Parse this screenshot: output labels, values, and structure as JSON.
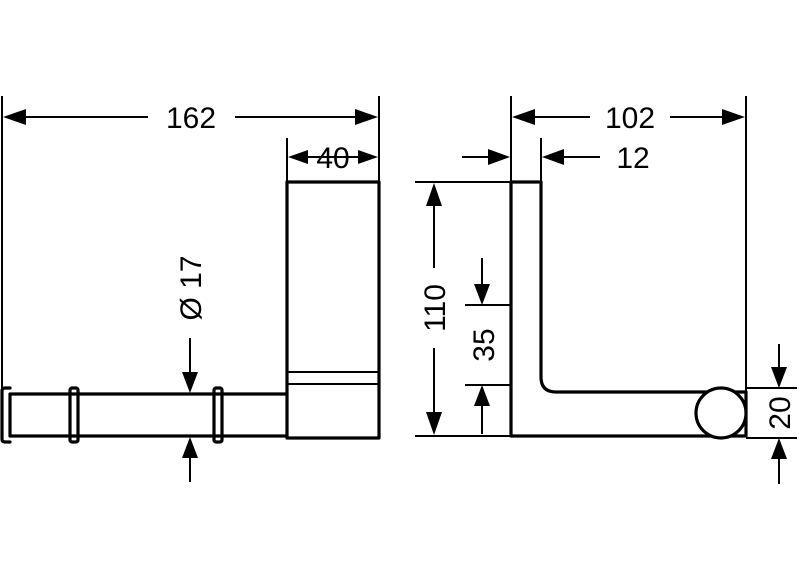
{
  "dimensions": {
    "overall_width": "162",
    "bracket_width": "40",
    "rod_diameter": "Ø 17",
    "side_depth": "102",
    "wall_thickness": "12",
    "height": "110",
    "arm_offset": "35",
    "rod_height": "20"
  },
  "colors": {
    "line": "#000000",
    "background": "#ffffff"
  }
}
